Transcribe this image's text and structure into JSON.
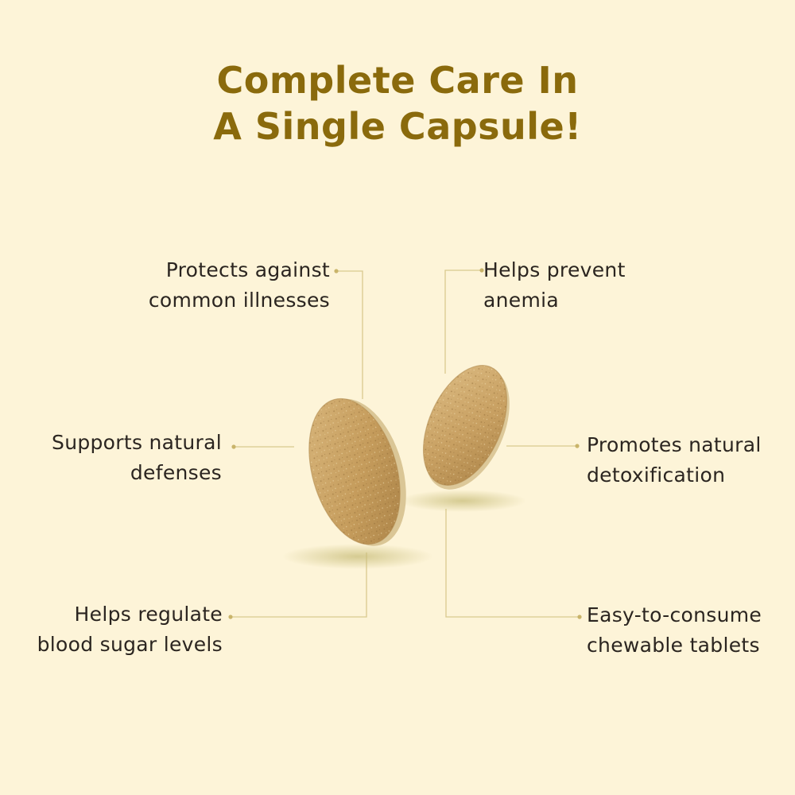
{
  "headline": {
    "line1": "Complete Care In",
    "line2": "A Single Capsule!"
  },
  "colors": {
    "background": "#fdf4d8",
    "headline": "#8a6a0c",
    "body_text": "#2b2520",
    "connector": "#d9c98e",
    "tablet": "#c9a468"
  },
  "benefits": [
    {
      "line1": "Protects against",
      "line2": "common illnesses"
    },
    {
      "line1": "Helps prevent",
      "line2": "anemia"
    },
    {
      "line1": "Supports natural",
      "line2": "defenses"
    },
    {
      "line1": "Promotes natural",
      "line2": "detoxification"
    },
    {
      "line1": "Helps regulate",
      "line2": "blood sugar levels"
    },
    {
      "line1": "Easy-to-consume",
      "line2": "chewable tablets"
    }
  ],
  "images": [
    {
      "name": "tablet-left",
      "description": "tablet"
    },
    {
      "name": "tablet-right",
      "description": "tablet"
    }
  ]
}
